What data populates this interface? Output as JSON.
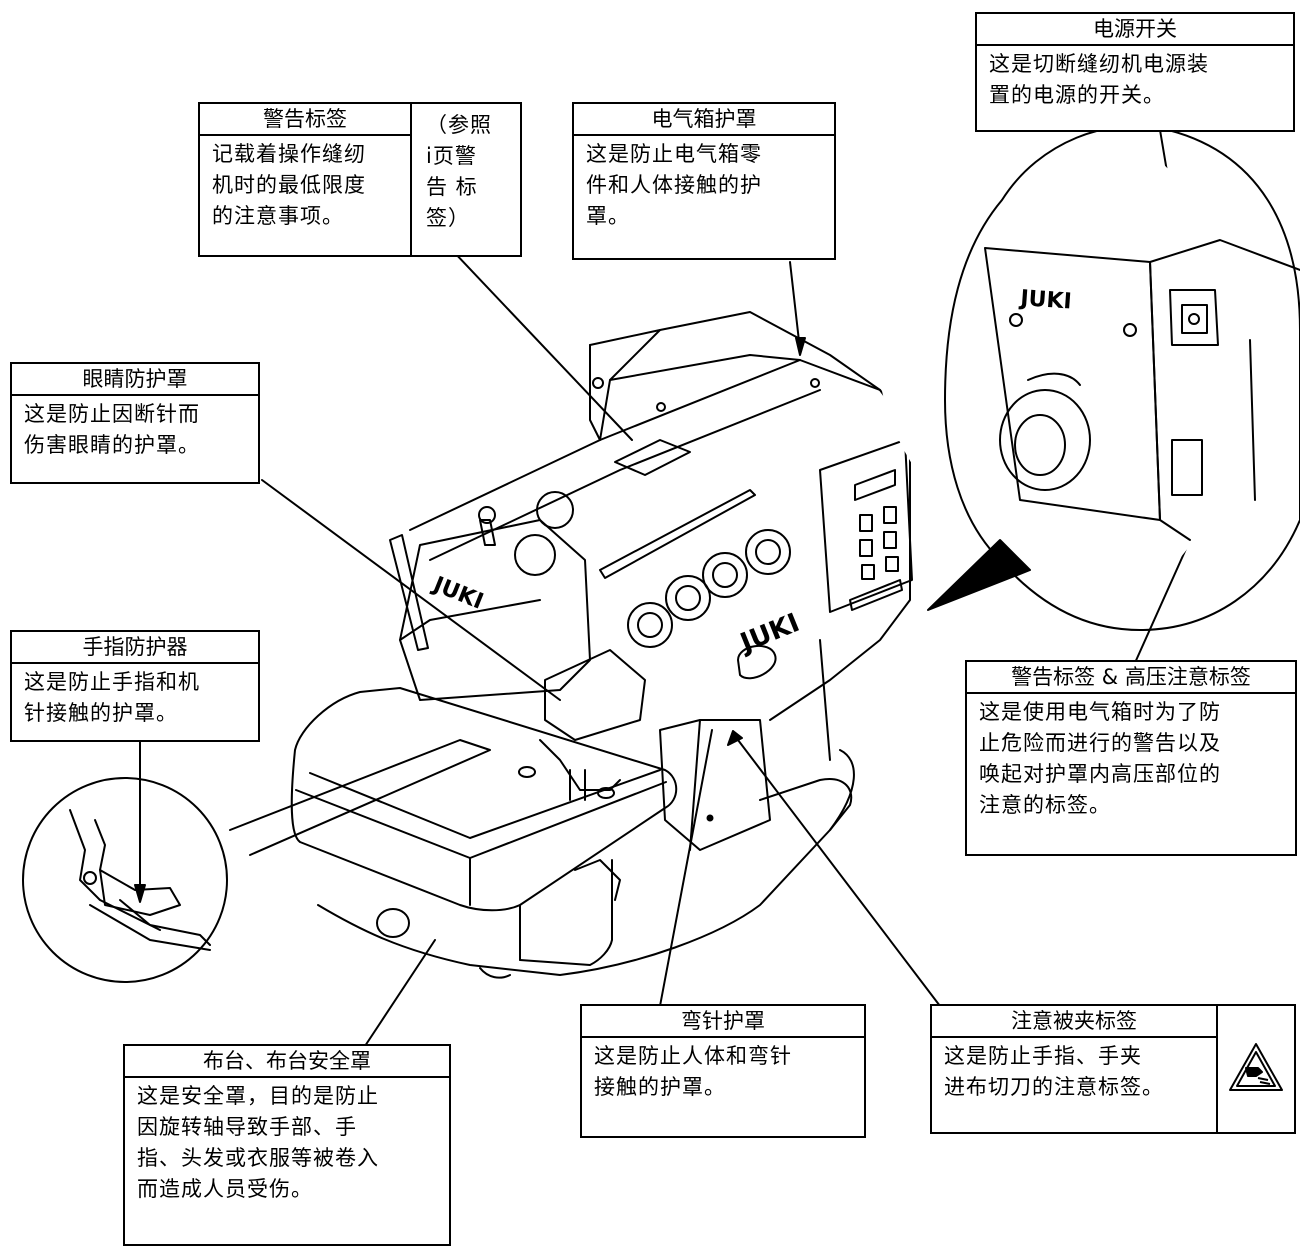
{
  "labels": {
    "warning_label": {
      "title": "警告标签",
      "lines": [
        "记载着操作缝纫",
        "机时的最低限度",
        "的注意事项。"
      ],
      "ref_lines": [
        "（参照",
        "i页警",
        "告 标",
        "签）"
      ]
    },
    "electrical_box_cover": {
      "title": "电气箱护罩",
      "lines": [
        "这是防止电气箱零",
        "件和人体接触的护",
        "罩。"
      ]
    },
    "power_switch": {
      "title": "电源开关",
      "lines": [
        "这是切断缝纫机电源装",
        "置的电源的开关。"
      ]
    },
    "eye_guard": {
      "title": "眼睛防护罩",
      "lines": [
        "这是防止因断针而",
        "伤害眼睛的护罩。"
      ]
    },
    "finger_guard": {
      "title": "手指防护器",
      "lines": [
        "这是防止手指和机",
        "针接触的护罩。"
      ]
    },
    "high_voltage_label": {
      "title": "警告标签 & 高压注意标签",
      "lines": [
        "这是使用电气箱时为了防",
        "止危险而进行的警告以及",
        "唤起对护罩内高压部位的",
        "注意的标签。"
      ]
    },
    "table_cover": {
      "title": "布台、布台安全罩",
      "lines": [
        "这是安全罩，目的是防止",
        "因旋转轴导致手部、手",
        "指、头发或衣服等被卷入",
        "而造成人员受伤。"
      ]
    },
    "looper_cover": {
      "title": "弯针护罩",
      "lines": [
        "这是防止人体和弯针",
        "接触的护罩。"
      ]
    },
    "pinch_caution_label": {
      "title": "注意被夹标签",
      "lines": [
        "这是防止手指、手夹",
        "进布切刀的注意标签。"
      ]
    }
  },
  "brand_marks": [
    "JUKI",
    "JUKI",
    "JUKI"
  ]
}
